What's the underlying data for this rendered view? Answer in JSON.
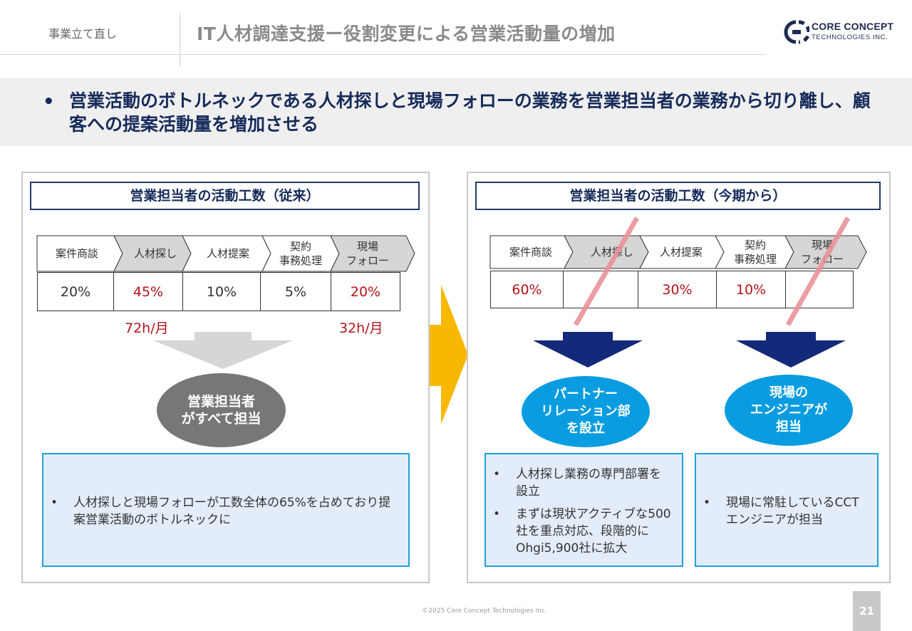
{
  "header": {
    "section_label": "事業立て直し",
    "title": "IT人材調達支援ー役割変更による営業活動量の増加",
    "logo_line1": "CORE CONCEPT",
    "logo_line2": "TECHNOLOGIES INC."
  },
  "banner": {
    "bullet": "•",
    "text": "営業活動のボトルネックである人材探しと現場フォローの業務を営業担当者の業務から切り離し、顧客への提案活動量を増加させる"
  },
  "left_panel": {
    "title": "営業担当者の活動工数（従来）",
    "steps": [
      "案件商談",
      "人材探し",
      "人材提案",
      "契約\n事務処理",
      "現場\nフォロー"
    ],
    "values": [
      "20%",
      "45%",
      "10%",
      "5%",
      "20%"
    ],
    "hours_left": "72h/月",
    "hours_right": "32h/月",
    "ellipse": "営業担当者\nがすべて担当",
    "note_bullet": "•",
    "note": "人材探しと現場フォローが工数全体の65%を占めており提案営業活動のボトルネックに"
  },
  "right_panel": {
    "title": "営業担当者の活動工数（今期から）",
    "steps": [
      "案件商談",
      "人材探し",
      "人材提案",
      "契約\n事務処理",
      "現場\nフォロー"
    ],
    "values": [
      "60%",
      "",
      "30%",
      "10%",
      ""
    ],
    "ellipse_left": "パートナー\nリレーション部\nを設立",
    "ellipse_right": "現場の\nエンジニアが\n担当",
    "note_left_bullet": "•",
    "note_left": [
      "人材探し業務の専門部署を設立",
      "まずは現状アクティブな500社を重点対応、段階的にOhgi5,900社に拡大"
    ],
    "note_right_bullet": "•",
    "note_right": "現場に常駐しているCCTエンジニアが担当"
  },
  "footer": {
    "copyright": "©2025 Core Concept Technologies Inc.",
    "page": "21"
  },
  "colors": {
    "navy": "#162b5a",
    "accent_blue": "#0a9ce0",
    "note_bg": "#e3ecf9",
    "highlight_red": "#b3141c",
    "big_arrow": "#f9b800",
    "strike": "#e8939a"
  },
  "icons": {
    "logo": "core-concept-logo-icon",
    "transition": "right-arrow-icon",
    "down_arrow": "down-arrow-icon"
  }
}
